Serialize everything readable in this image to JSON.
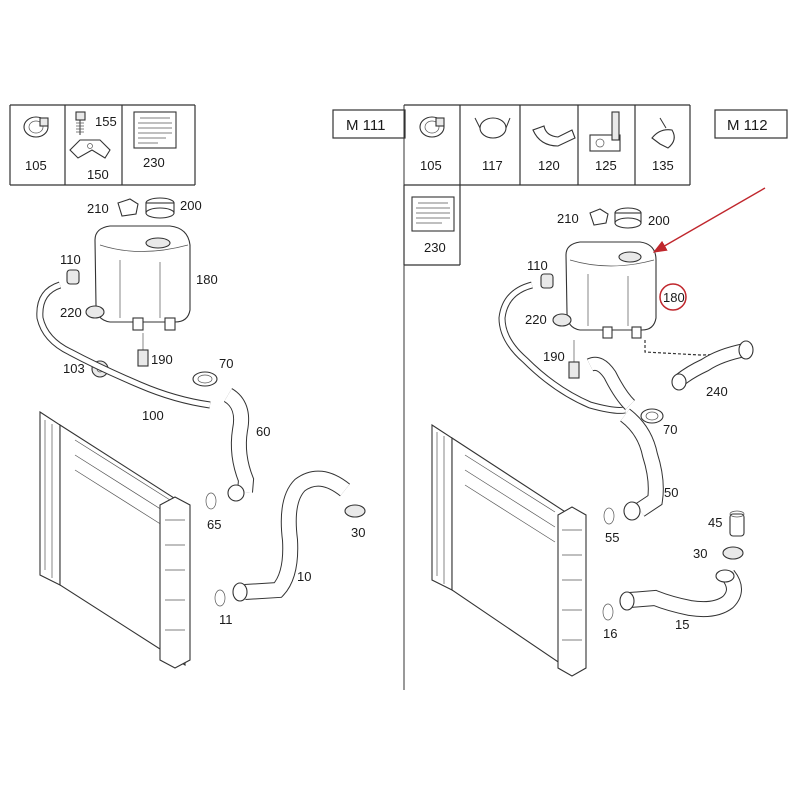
{
  "left": {
    "title": "M 111",
    "header_parts": [
      "105",
      "155",
      "150",
      "230"
    ],
    "callouts": [
      "210",
      "200",
      "110",
      "180",
      "220",
      "103",
      "190",
      "70",
      "100",
      "60",
      "65",
      "30",
      "10",
      "11"
    ]
  },
  "right": {
    "title": "M 112",
    "header_parts": [
      "105",
      "117",
      "120",
      "125",
      "135"
    ],
    "extra_parts": [
      "230"
    ],
    "callouts": [
      "210",
      "200",
      "110",
      "180",
      "220",
      "190",
      "240",
      "70",
      "50",
      "45",
      "55",
      "30",
      "15",
      "16"
    ],
    "highlighted": "180"
  },
  "colors": {
    "highlight": "#c0272d",
    "ink": "#333333"
  },
  "icons": [
    "hose-clamp-icon",
    "bolt-icon",
    "bracket-icon",
    "warning-label-icon",
    "spring-clamp-icon",
    "clip-icon",
    "holder-icon",
    "retainer-icon",
    "expansion-tank-icon",
    "cap-icon",
    "radiator-icon",
    "hose-icon"
  ]
}
